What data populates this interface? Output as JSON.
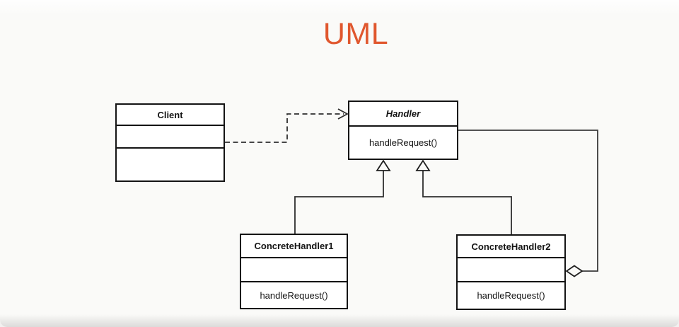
{
  "title": {
    "text": "UML",
    "color": "#e0572e"
  },
  "diagram": {
    "kind": "uml-class-diagram",
    "pattern": "chain-of-responsibility",
    "classes": {
      "client": {
        "name": "Client",
        "abstract": false,
        "attributes": "",
        "methods": ""
      },
      "handler": {
        "name": "Handler",
        "abstract": true,
        "method": "handleRequest()"
      },
      "concrete1": {
        "name": "ConcreteHandler1",
        "abstract": false,
        "attributes": "",
        "method": "handleRequest()"
      },
      "concrete2": {
        "name": "ConcreteHandler2",
        "abstract": false,
        "attributes": "",
        "method": "handleRequest()"
      }
    },
    "relations": [
      {
        "type": "dependency",
        "from": "Client",
        "to": "Handler",
        "line": "dashed",
        "arrowhead": "open-arrow"
      },
      {
        "type": "generalization",
        "from": "ConcreteHandler1",
        "to": "Handler",
        "line": "solid",
        "arrowhead": "hollow-triangle"
      },
      {
        "type": "generalization",
        "from": "ConcreteHandler2",
        "to": "Handler",
        "line": "solid",
        "arrowhead": "hollow-triangle"
      },
      {
        "type": "aggregation",
        "from": "Handler",
        "to": "ConcreteHandler2",
        "line": "solid",
        "arrowhead": "hollow-diamond"
      }
    ]
  }
}
